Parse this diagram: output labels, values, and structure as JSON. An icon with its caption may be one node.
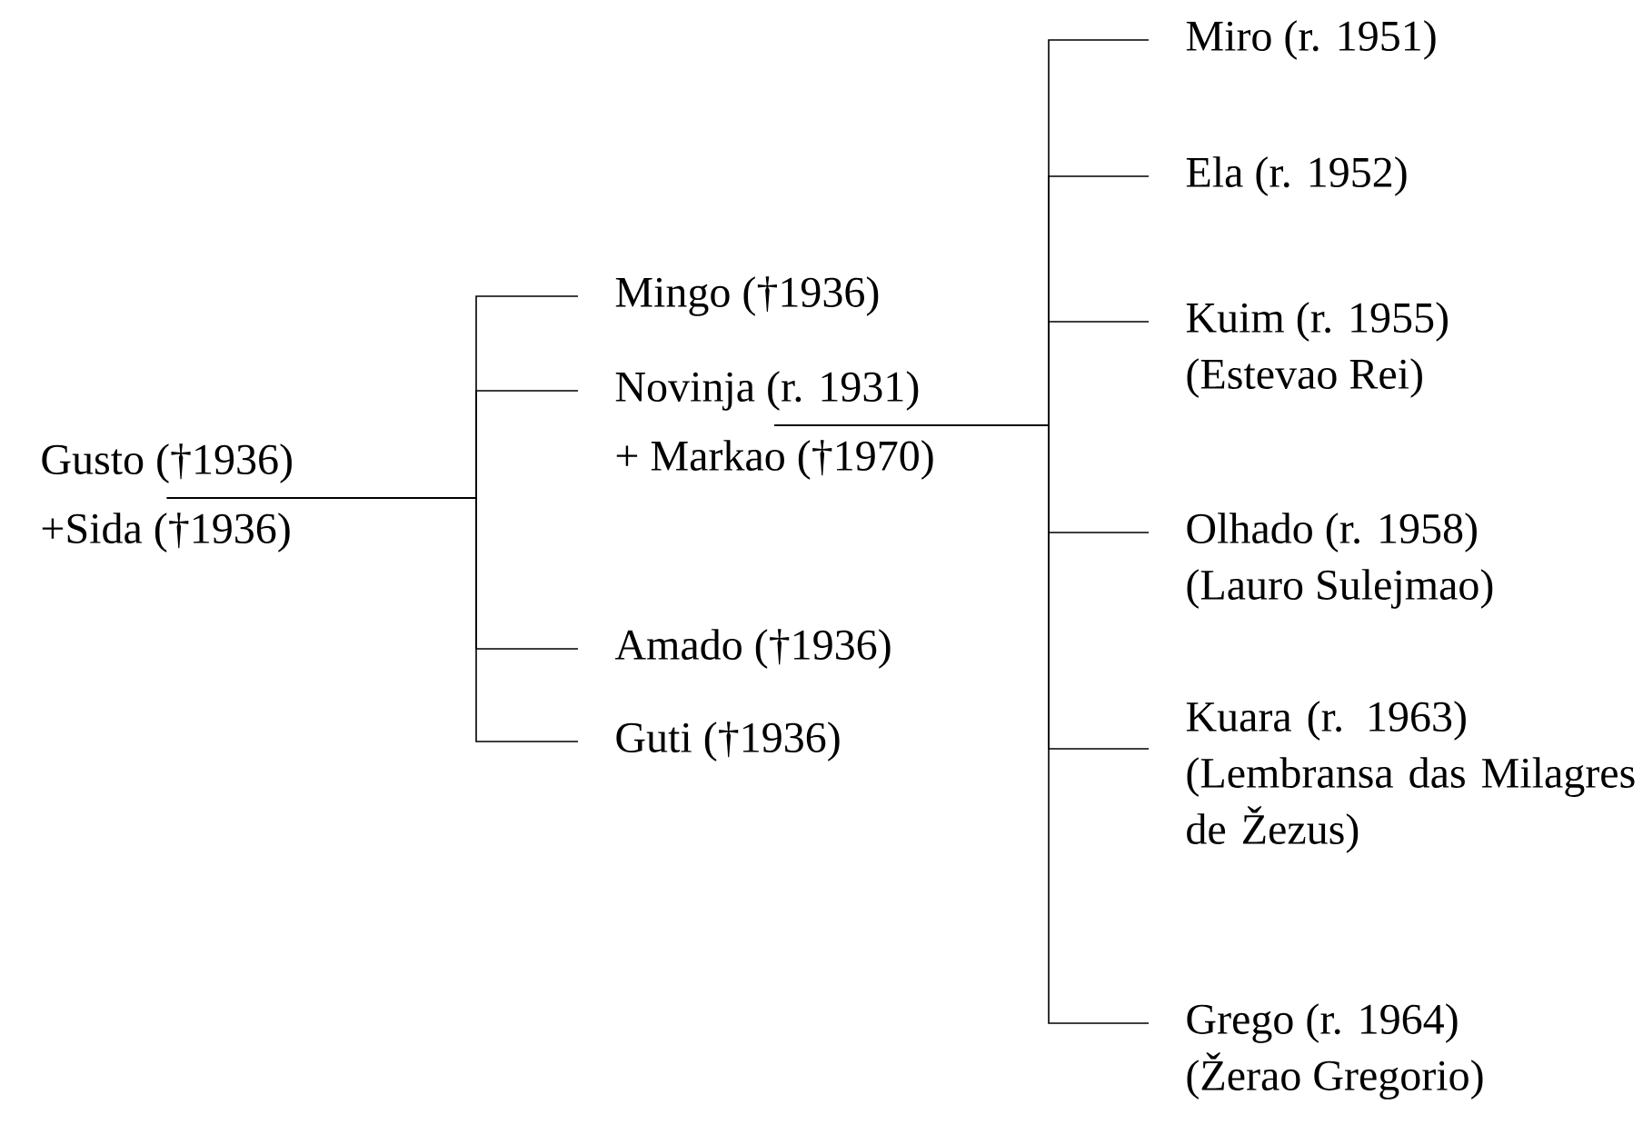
{
  "diagram": {
    "nodes": [
      {
        "text": [
          "Gusto (†1936)",
          "+Sida (†1936)"
        ]
      },
      {
        "text": [
          "Mingo (†1936)"
        ]
      },
      {
        "text": [
          "Novinja (r. 1931)",
          "+ Markao (†1970)"
        ]
      },
      {
        "text": [
          "Amado (†1936)"
        ]
      },
      {
        "text": [
          "Guti (†1936)"
        ]
      },
      {
        "text": [
          "Miro (r. 1951)"
        ]
      },
      {
        "text": [
          "Ela (r. 1952)"
        ]
      },
      {
        "text": [
          "Kuim (r. 1955)",
          "(Estevao Rei)"
        ]
      },
      {
        "text": [
          "Olhado (r. 1958)",
          "(Lauro Sulejmao)"
        ]
      },
      {
        "text": [
          "Kuara (r. 1963)",
          "(Lembransa das Milagres de Žezus)"
        ]
      },
      {
        "text": [
          "Grego (r. 1964)",
          "(Žerao Gregorio)"
        ]
      }
    ],
    "edges": [
      {
        "from": 0,
        "to": 1,
        "arrow": "none"
      },
      {
        "from": 0,
        "to": 2,
        "arrow": "none"
      },
      {
        "from": 0,
        "to": 3,
        "arrow": "none"
      },
      {
        "from": 0,
        "to": 4,
        "arrow": "none"
      },
      {
        "from": 2,
        "to": 5,
        "arrow": "none"
      },
      {
        "from": 2,
        "to": 6,
        "arrow": "none"
      },
      {
        "from": 2,
        "to": 7,
        "arrow": "none"
      },
      {
        "from": 2,
        "to": 8,
        "arrow": "none"
      },
      {
        "from": 2,
        "to": 9,
        "arrow": "none"
      },
      {
        "from": 2,
        "to": 10,
        "arrow": "none"
      }
    ]
  }
}
